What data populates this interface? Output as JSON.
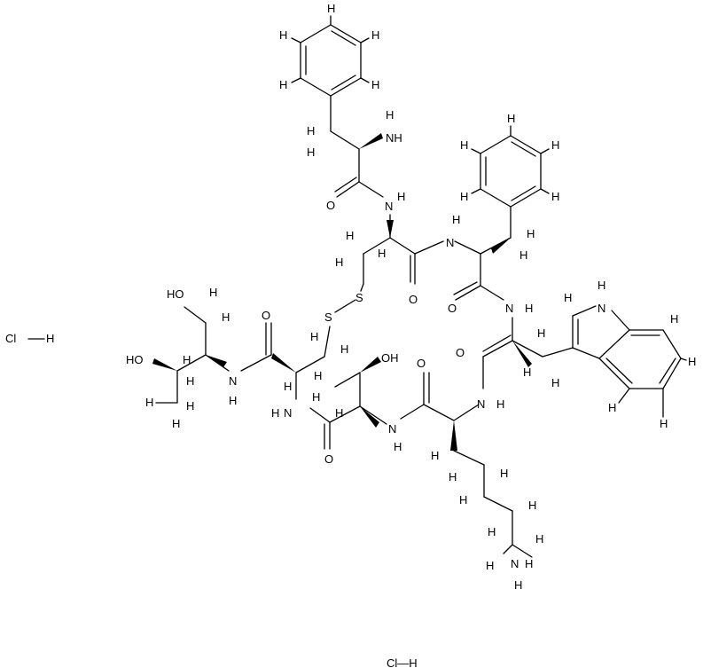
{
  "labels": {
    "hcl_left_cl": "Cl",
    "hcl_left_h": "H",
    "hcl_bottom": "Cl—H",
    "nh2_top": "NH",
    "nh2_top_h": "H",
    "nh_ring_1": "N",
    "nh_ring_1h": "H",
    "nh_phe": "N",
    "nh_phe_h": "H",
    "nh_trp": "N",
    "nh_trp_h": "H",
    "nh_lys": "N",
    "nh_lys_h": "H",
    "nh_thr": "N",
    "nh_thr_h": "H",
    "nh_cys": "N",
    "nh_cys_h": "H",
    "nh_amide": "N",
    "nh_amide_h": "H",
    "nh_indole": "N",
    "nh_indole_h": "H",
    "nh2_lys": "N",
    "nh2_lys_h": "H",
    "s1": "S",
    "s2": "S",
    "oh_thr": "OH",
    "oh_a": "HO",
    "oh_b": "HO",
    "o1": "O",
    "o2": "O",
    "o3": "O",
    "o4": "O",
    "o5": "O",
    "o6": "O",
    "o7": "O",
    "h": "H"
  }
}
